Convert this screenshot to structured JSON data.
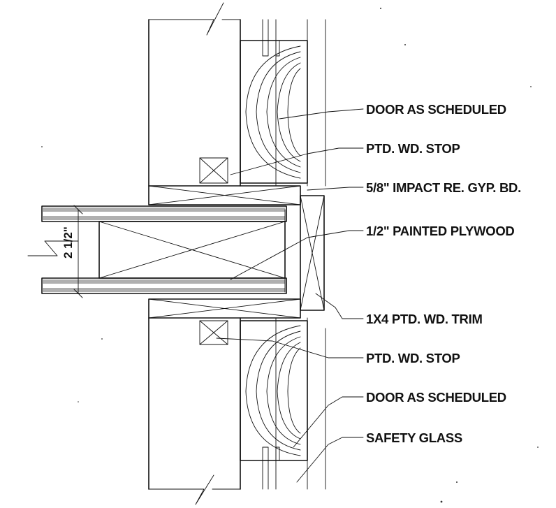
{
  "labels": {
    "door_top": "DOOR AS SCHEDULED",
    "stop_top": "PTD. WD. STOP",
    "gyp": "5/8\" IMPACT RE. GYP. BD.",
    "plywood": "1/2\" PAINTED PLYWOOD",
    "trim": "1X4 PTD. WD. TRIM",
    "stop_bottom": "PTD. WD. STOP",
    "door_bottom": "DOOR AS SCHEDULED",
    "glass": "SAFETY GLASS"
  },
  "dimension": "2 1/2\""
}
